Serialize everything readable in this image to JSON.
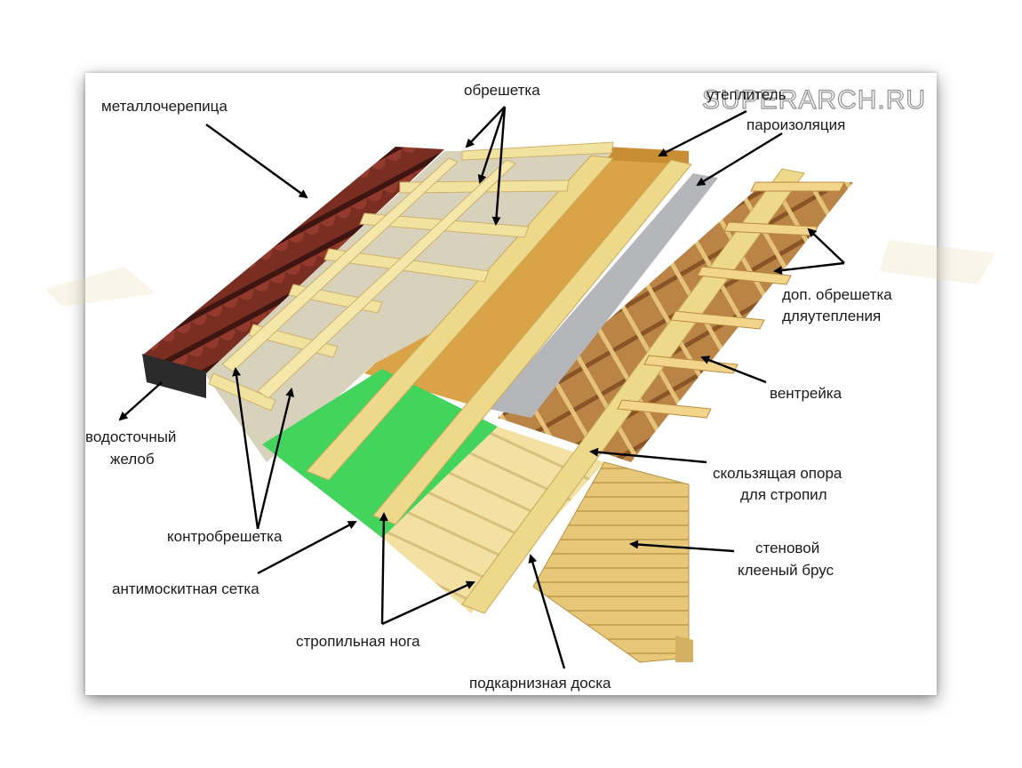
{
  "watermark": "SUPERARCH.RU",
  "labels": {
    "metal_tile": "металлочерепица",
    "battens": "обрешетка",
    "insulation": "утеплитель",
    "vapor_barrier": "пароизоляция",
    "extra_battens_1": "доп. обрешетка",
    "extra_battens_2": "дляутепления",
    "vent_strip": "вентрейка",
    "gutter_1": "водосточный",
    "gutter_2": "желоб",
    "sliding_support_1": "скользящая опора",
    "sliding_support_2": "для стропил",
    "counter_battens": "контробрешетка",
    "wall_beam_1": "стеновой",
    "wall_beam_2": "клееный брус",
    "insect_mesh": "антимоскитная сетка",
    "rafter": "стропильная нога",
    "eave_board": "подкарнизная доска"
  },
  "colors": {
    "tile": "#7a2e22",
    "tile_dark": "#4a1a14",
    "membrane": "#d8d2bc",
    "wood": "#f0dc90",
    "wood_dark": "#d2b866",
    "insulation": "#dba347",
    "vapor": "#b4b6ba",
    "mesh": "#42d45c",
    "interior_wood": "#b47a3a"
  }
}
